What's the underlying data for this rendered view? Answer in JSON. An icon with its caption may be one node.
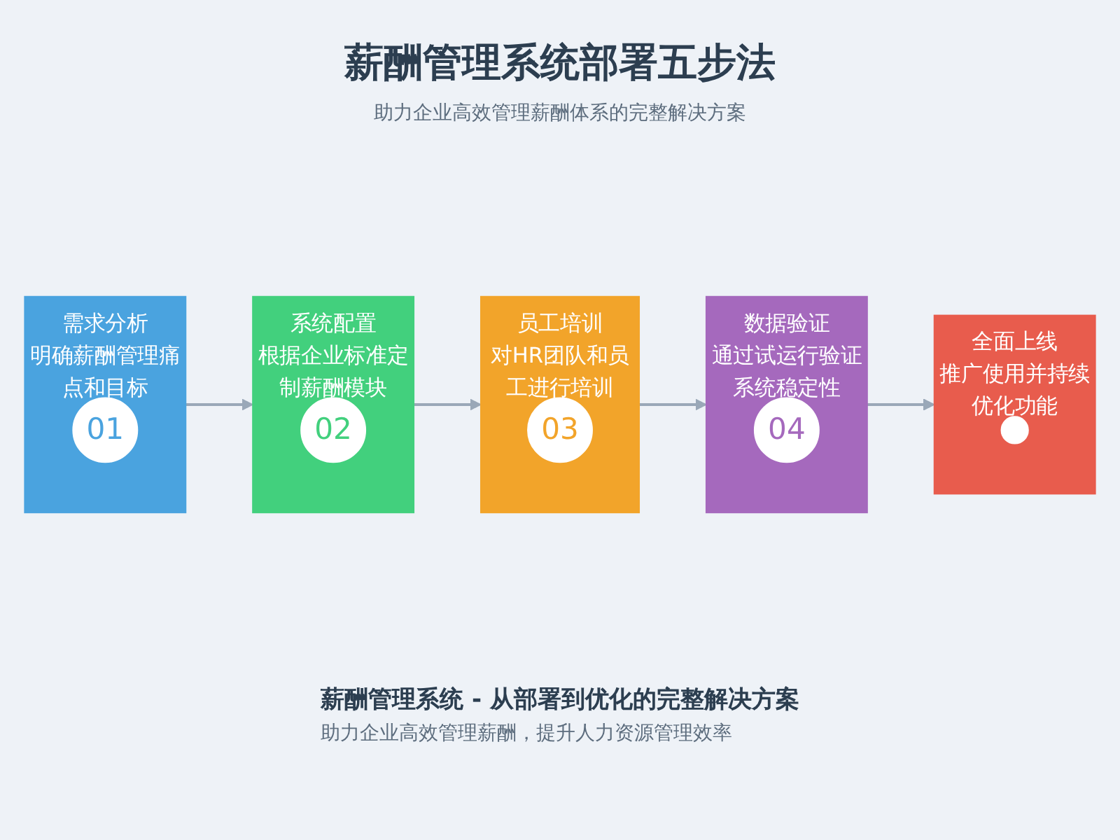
{
  "diagram": {
    "title": "薪酬管理系统部署五步法",
    "nodes": [
      {
        "text": [
          "需求分析",
          "明确薪酬管理痛点和目标"
        ]
      },
      {
        "text": [
          "01"
        ],
        "in": 0
      },
      {
        "text": [
          "系统配置",
          "根据企业标准定制薪酬模块"
        ]
      },
      {
        "text": [
          "02"
        ],
        "in": 2
      },
      {
        "text": [
          "员工培训",
          "对HR团队和员工进行培训"
        ]
      },
      {
        "text": [
          "03"
        ],
        "in": 4
      },
      {
        "text": [
          "数据验证",
          "通过试运行验证系统稳定性"
        ]
      },
      {
        "text": [
          "04"
        ],
        "in": 6
      },
      {
        "text": [
          "全面上线",
          "推广使用并持续优化功能"
        ]
      },
      {
        "text": [],
        "shape": "circle",
        "in": 8
      }
    ],
    "edges": [
      {
        "from": 0,
        "to": 2,
        "arrow": "to"
      },
      {
        "from": 2,
        "to": 4,
        "arrow": "to"
      },
      {
        "from": 4,
        "to": 6,
        "arrow": "to"
      },
      {
        "from": 6,
        "to": 8,
        "arrow": "to"
      }
    ],
    "labels": [
      "助力企业高效管理薪酬体系的完整解决方案",
      "薪酬管理系统 - 从部署到优化的完整解决方案",
      "助力企业高效管理薪酬，提升人力资源管理效率"
    ]
  }
}
